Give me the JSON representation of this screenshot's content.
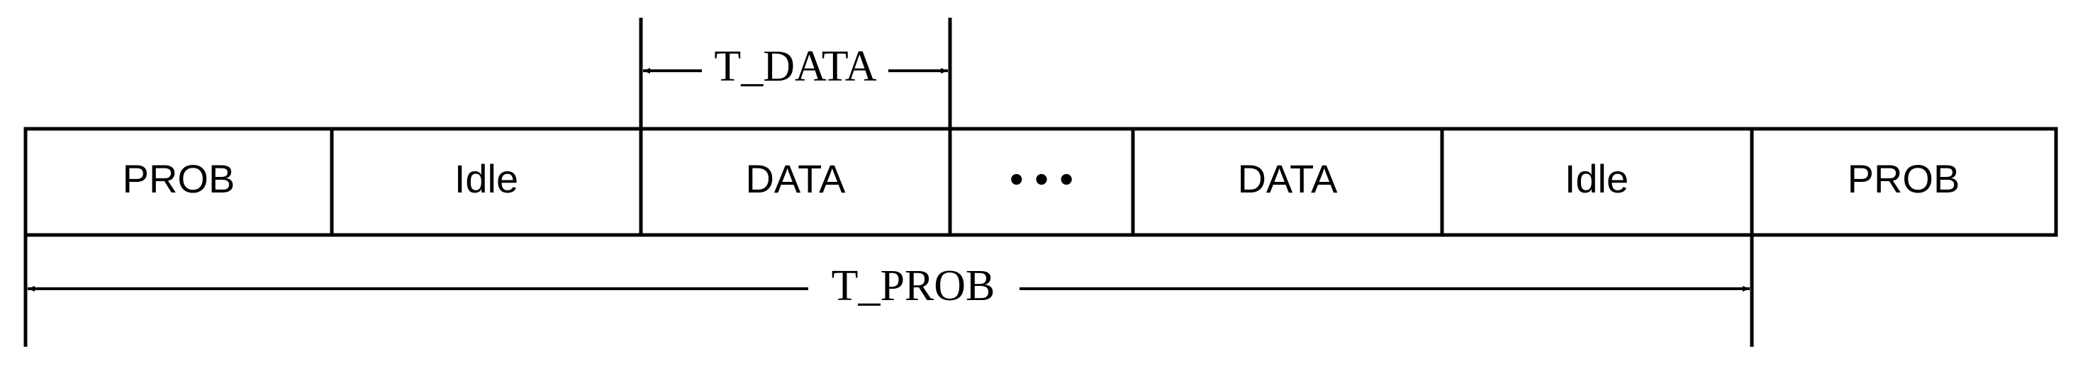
{
  "diagram": {
    "cells": [
      {
        "label": "PROB"
      },
      {
        "label": "Idle"
      },
      {
        "label": "DATA"
      },
      {
        "label": "• • •"
      },
      {
        "label": "DATA"
      },
      {
        "label": "Idle"
      },
      {
        "label": "PROB"
      }
    ],
    "data_interval_label": "T_DATA",
    "prob_interval_label": "T_PROB",
    "colors": {
      "line": "#000000",
      "background": "#ffffff"
    }
  }
}
